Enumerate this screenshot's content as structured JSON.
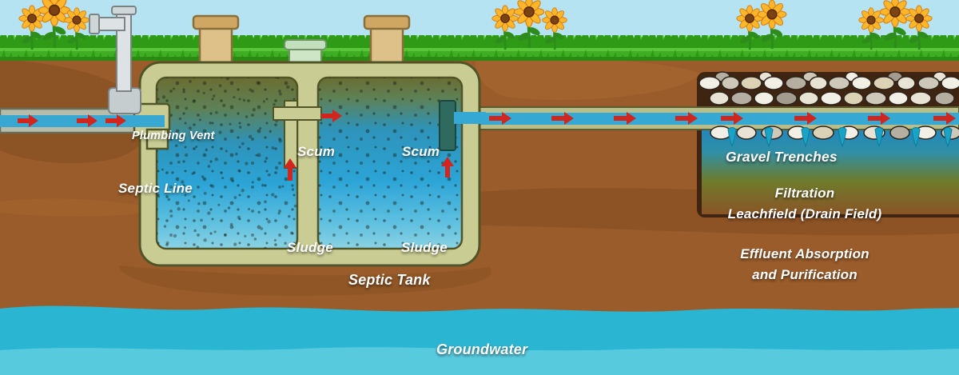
{
  "labels": {
    "plumbing_vent": "Plumbing Vent",
    "septic_line": "Septic Line",
    "scum_left": "Scum",
    "scum_right": "Scum",
    "sludge_left": "Sludge",
    "sludge_right": "Sludge",
    "septic_tank": "Septic Tank",
    "gravel_trenches": "Gravel Trenches",
    "filtration_line1": "Filtration",
    "filtration_line2": "Leachfield (Drain Field)",
    "effluent_line1": "Effluent Absorption",
    "effluent_line2": "and Purification",
    "groundwater": "Groundwater"
  },
  "colors": {
    "sky": "#b5e3f2",
    "grass": "#3fae24",
    "soil": "#9a5c2b",
    "tank_wall": "#c9cd93",
    "effluent_blue": "#35a9d4",
    "groundwater": "#2ab6d3",
    "arrow_red": "#d1251d",
    "gravel_box": "#3f2511"
  }
}
